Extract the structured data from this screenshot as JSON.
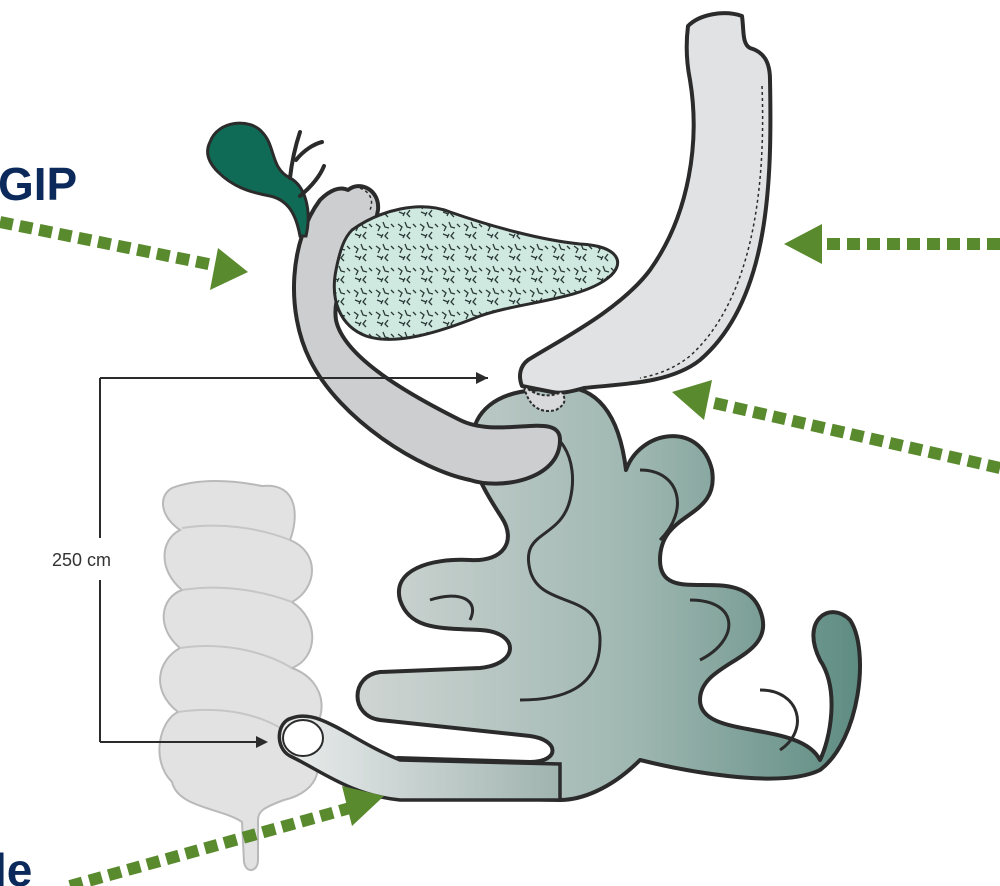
{
  "labels": {
    "top_left": "GIP",
    "bottom_left": "le"
  },
  "measurement": {
    "text": "250 cm"
  },
  "colors": {
    "label_text": "#0b2a5b",
    "arrow": "#5a8a2e",
    "stomach_fill": "#dfe0e1",
    "duodenum_fill": "#cfd0d1",
    "pancreas_fill": "#cfe8e0",
    "gallbladder_fill": "#0f6b55",
    "intestine_fill_light": "#c9d1cf",
    "intestine_fill_dark": "#5e8c82",
    "colon_fill": "#e3e3e3",
    "outline": "#2b2b2b"
  }
}
